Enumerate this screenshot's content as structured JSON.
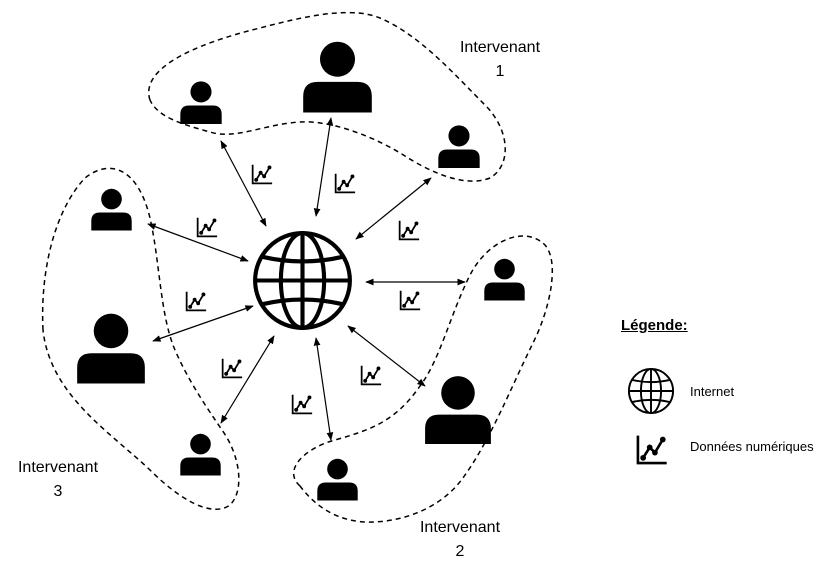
{
  "groups": [
    {
      "label_line1": "Intervenant",
      "label_line2": "1"
    },
    {
      "label_line1": "Intervenant",
      "label_line2": "2"
    },
    {
      "label_line1": "Intervenant",
      "label_line2": "3"
    }
  ],
  "legend": {
    "title": "Légende:",
    "items": [
      {
        "icon": "globe-icon",
        "label": "Internet"
      },
      {
        "icon": "data-chart-icon",
        "label": "Données numériques"
      }
    ]
  },
  "hub_icon": "globe-icon",
  "person_icon": "person-icon",
  "link_icon": "data-chart-icon",
  "colors": {
    "ink": "#000000",
    "background": "#ffffff"
  }
}
